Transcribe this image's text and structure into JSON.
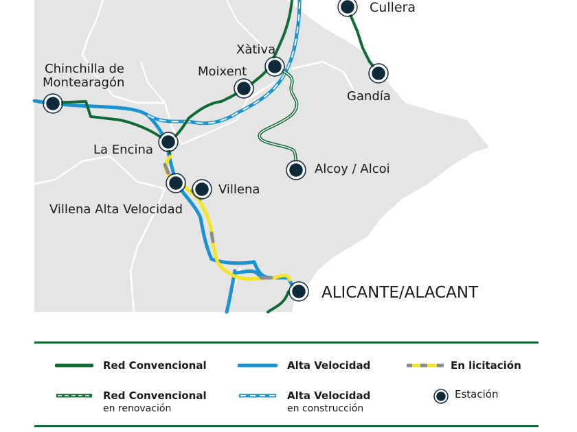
{
  "colors": {
    "land": "#e5e5e6",
    "sea": "#ffffff",
    "border": "#ffffff",
    "conventional": "#0f6b33",
    "high_speed": "#1a93d2",
    "tender_yellow": "#f4e426",
    "tender_gray": "#8c8c8c",
    "station": "#0f2a3a"
  },
  "stations": [
    {
      "id": "cullera",
      "label": "Cullera"
    },
    {
      "id": "xativa",
      "label": "Xàtiva"
    },
    {
      "id": "moixent",
      "label": "Moixent"
    },
    {
      "id": "gandia",
      "label": "Gandía"
    },
    {
      "id": "chinchilla",
      "label_line1": "Chinchilla de",
      "label_line2": "Montearagón"
    },
    {
      "id": "la-encina",
      "label": "La Encina"
    },
    {
      "id": "alcoy",
      "label": "Alcoy / Alcoi"
    },
    {
      "id": "villena",
      "label": "Villena"
    },
    {
      "id": "villena-av",
      "label": "Villena Alta Velocidad"
    },
    {
      "id": "alicante",
      "label": "ALICANTE/ALACANT"
    }
  ],
  "legend": {
    "conventional": "Red Convencional",
    "high_speed": "Alta Velocidad",
    "tender": "En licitación",
    "conventional_renov_main": "Red Convencional",
    "conventional_renov_sub": "en renovación",
    "high_speed_constr_main": "Alta Velocidad",
    "high_speed_constr_sub": "en construcción",
    "station": "Estación"
  }
}
